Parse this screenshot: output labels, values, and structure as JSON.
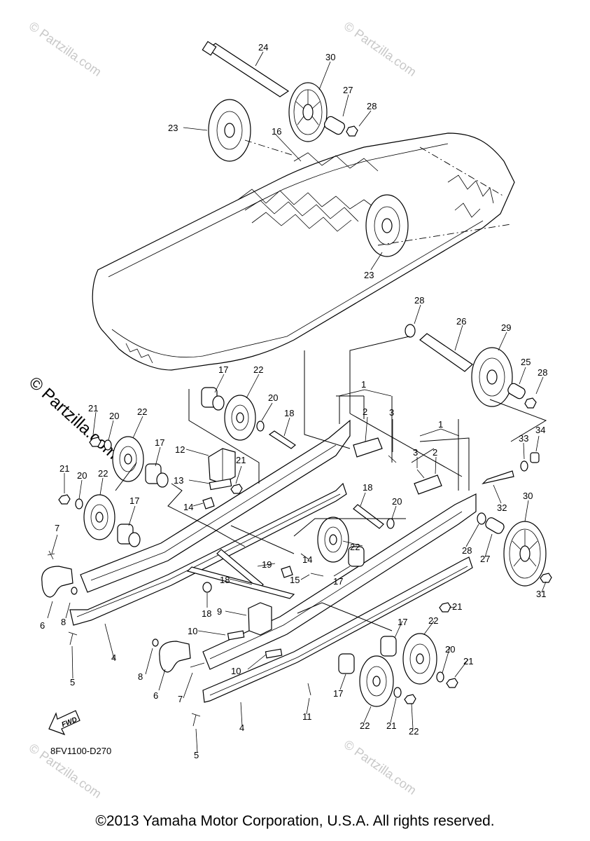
{
  "watermark": {
    "text": "© Partzilla.com",
    "prominent_text": "© Partzilla.com"
  },
  "diagram_code": "8FV1100-D270",
  "fwd_label": "FWD",
  "copyright": "©2013 Yamaha Motor Corporation, U.S.A. All rights reserved.",
  "callouts": [
    "1",
    "1",
    "2",
    "2",
    "3",
    "3",
    "4",
    "4",
    "5",
    "5",
    "6",
    "6",
    "7",
    "7",
    "8",
    "8",
    "9",
    "10",
    "10",
    "11",
    "12",
    "13",
    "14",
    "14",
    "15",
    "16",
    "17",
    "17",
    "17",
    "17",
    "17",
    "17",
    "18",
    "18",
    "18",
    "18",
    "19",
    "20",
    "20",
    "20",
    "20",
    "20",
    "21",
    "21",
    "21",
    "21",
    "21",
    "21",
    "22",
    "22",
    "22",
    "22",
    "22",
    "22",
    "22",
    "23",
    "23",
    "24",
    "25",
    "26",
    "27",
    "27",
    "28",
    "28",
    "28",
    "28",
    "29",
    "30",
    "30",
    "31",
    "32",
    "33",
    "34"
  ]
}
